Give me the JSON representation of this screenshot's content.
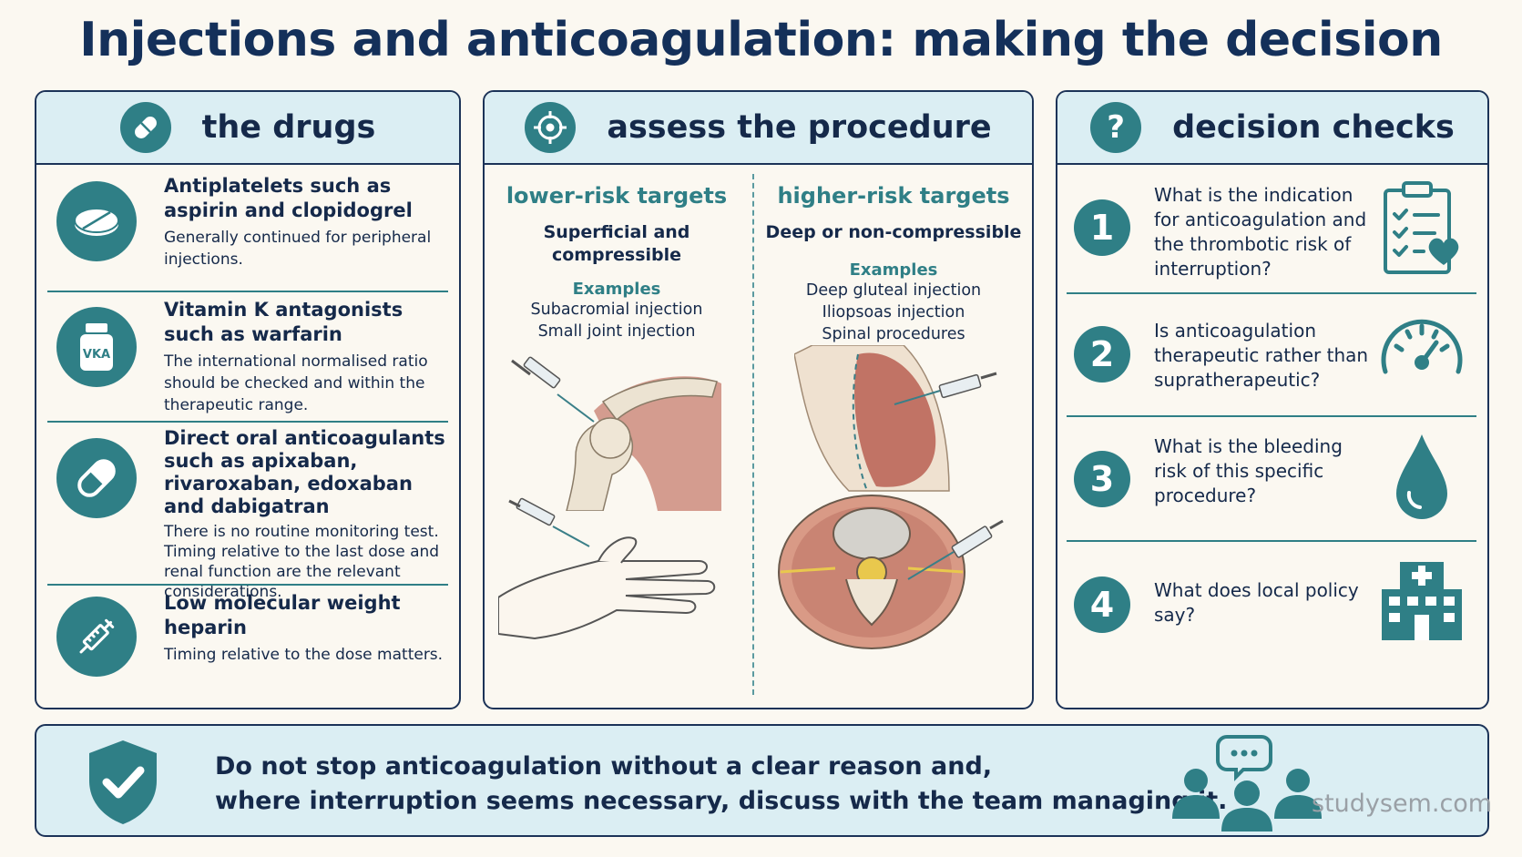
{
  "title": "Injections and anticoagulation: making the decision",
  "drugs": {
    "heading": "the drugs",
    "items": [
      {
        "title": "Antiplatelets such as aspirin and clopidogrel",
        "body": "Generally continued for peripheral injections."
      },
      {
        "title": "Vitamin K antagonists such as warfarin",
        "body": "The international normalised ratio should be checked and within the therapeutic range.",
        "icon_label": "VKA"
      },
      {
        "title": "Direct oral anticoagulants such as apixaban, rivaroxaban, edoxaban and dabigatran",
        "body": "There is no routine monitoring test. Timing relative to the last dose and renal function are the relevant considerations."
      },
      {
        "title": "Low molecular weight heparin",
        "body": "Timing relative to the dose matters."
      }
    ]
  },
  "procedure": {
    "heading": "assess the procedure",
    "lower": {
      "target": "lower-risk targets",
      "desc": "Superficial and compressible",
      "examples_heading": "Examples",
      "examples": [
        "Subacromial injection",
        "Small joint injection"
      ]
    },
    "higher": {
      "target": "higher-risk targets",
      "desc": "Deep or non-compressible",
      "examples_heading": "Examples",
      "examples": [
        "Deep gluteal injection",
        "Iliopsoas injection",
        "Spinal procedures"
      ]
    }
  },
  "checks": {
    "heading": "decision checks",
    "heading_icon": "?",
    "items": [
      {
        "num": "1",
        "text": "What is the indication for anticoagulation and the thrombotic risk of interruption?",
        "icon": "clipboard-heart-icon"
      },
      {
        "num": "2",
        "text": "Is anticoagulation therapeutic rather than supratherapeutic?",
        "icon": "gauge-icon"
      },
      {
        "num": "3",
        "text": "What is the bleeding risk of this specific procedure?",
        "icon": "blood-drop-icon"
      },
      {
        "num": "4",
        "text": "What does local policy say?",
        "icon": "hospital-icon"
      }
    ]
  },
  "banner": {
    "line1": "Do not stop anticoagulation without a clear reason and,",
    "line2": "where interruption seems necessary, discuss with the team managing it.",
    "brand": "studysem.com"
  },
  "colors": {
    "teal": "#2f7f86",
    "navy": "#15294a",
    "panel_head": "#dbeef3",
    "background": "#fbf8f1"
  }
}
